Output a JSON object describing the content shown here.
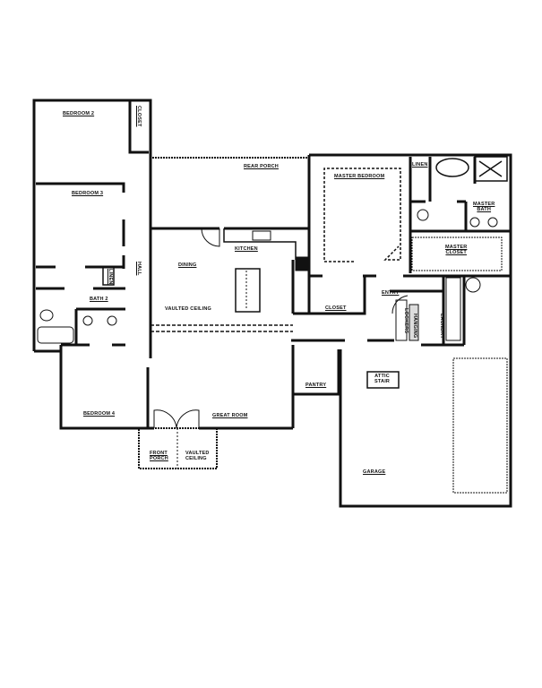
{
  "plan": {
    "type": "floor-plan",
    "rooms": [
      {
        "id": "bedroom-2",
        "label": "BEDROOM 2"
      },
      {
        "id": "closet-bed2",
        "label": "CLOSET"
      },
      {
        "id": "bedroom-3",
        "label": "BEDROOM 3"
      },
      {
        "id": "linen-hall",
        "label": "LINEN"
      },
      {
        "id": "hall",
        "label": "HALL"
      },
      {
        "id": "bath-2",
        "label": "BATH 2"
      },
      {
        "id": "bedroom-4",
        "label": "BEDROOM 4"
      },
      {
        "id": "rear-porch",
        "label": "REAR PORCH"
      },
      {
        "id": "kitchen",
        "label": "KITCHEN"
      },
      {
        "id": "dining",
        "label": "DINING"
      },
      {
        "id": "vaulted-ceiling-dining",
        "label": "VAULTED CEILING"
      },
      {
        "id": "great-room",
        "label": "GREAT ROOM"
      },
      {
        "id": "front-porch",
        "label_line1": "FRONT",
        "label_line2": "PORCH"
      },
      {
        "id": "vaulted-ceiling-porch",
        "label_line1": "VAULTED",
        "label_line2": "CEILING"
      },
      {
        "id": "master-bedroom",
        "label": "MASTER BEDROOM"
      },
      {
        "id": "linen-master",
        "label": "LINEN"
      },
      {
        "id": "master-bath",
        "label_line1": "MASTER",
        "label_line2": "BATH"
      },
      {
        "id": "master-closet",
        "label_line1": "MASTER",
        "label_line2": "CLOSET"
      },
      {
        "id": "closet-entry",
        "label": "CLOSET"
      },
      {
        "id": "entry",
        "label": "ENTRY"
      },
      {
        "id": "lockers",
        "label": "LOCKERS"
      },
      {
        "id": "hanging",
        "label": "HANGING"
      },
      {
        "id": "laundry",
        "label": "LAUNDRY"
      },
      {
        "id": "pantry",
        "label": "PANTRY"
      },
      {
        "id": "attic-stair",
        "label_line1": "ATTIC",
        "label_line2": "STAIR"
      },
      {
        "id": "garage",
        "label": "GARAGE"
      }
    ]
  }
}
